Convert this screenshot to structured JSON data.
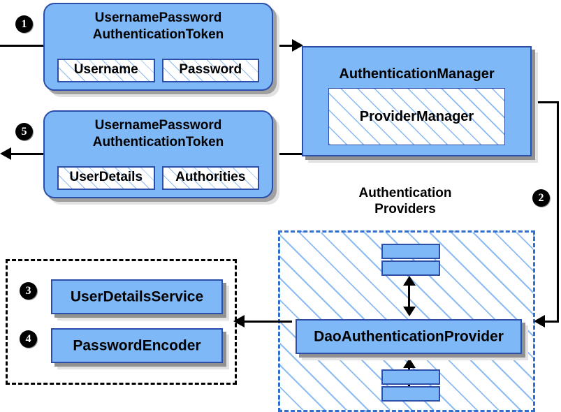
{
  "diagram": {
    "title": "Spring Security Username/Password Authentication Flow",
    "colors": {
      "component_fill": "#7fb8f7",
      "component_border": "#2b4fa8",
      "hatch_line": "#78aff0",
      "providers_border": "#2f6fd0",
      "shadow_dark": "#909090",
      "shadow_light": "#e2e2e2",
      "badge_fill": "#000000",
      "badge_text": "#ffffff",
      "connector": "#000000"
    },
    "steps": {
      "one": "1",
      "two": "2",
      "three": "3",
      "four": "4",
      "five": "5"
    },
    "request_token": {
      "title": "UsernamePassword\nAuthenticationToken",
      "slots": [
        "Username",
        "Password"
      ]
    },
    "response_token": {
      "title": "UsernamePassword\nAuthenticationToken",
      "slots": [
        "UserDetails",
        "Authorities"
      ]
    },
    "authentication_manager": {
      "title": "AuthenticationManager",
      "inner": "ProviderManager"
    },
    "providers": {
      "caption": "Authentication\nProviders",
      "dao_provider": "DaoAuthenticationProvider",
      "other_provider_top": [
        "",
        ""
      ],
      "other_provider_bottom": [
        "",
        ""
      ]
    },
    "components": {
      "user_details_service": "UserDetailsService",
      "password_encoder": "PasswordEncoder"
    }
  }
}
